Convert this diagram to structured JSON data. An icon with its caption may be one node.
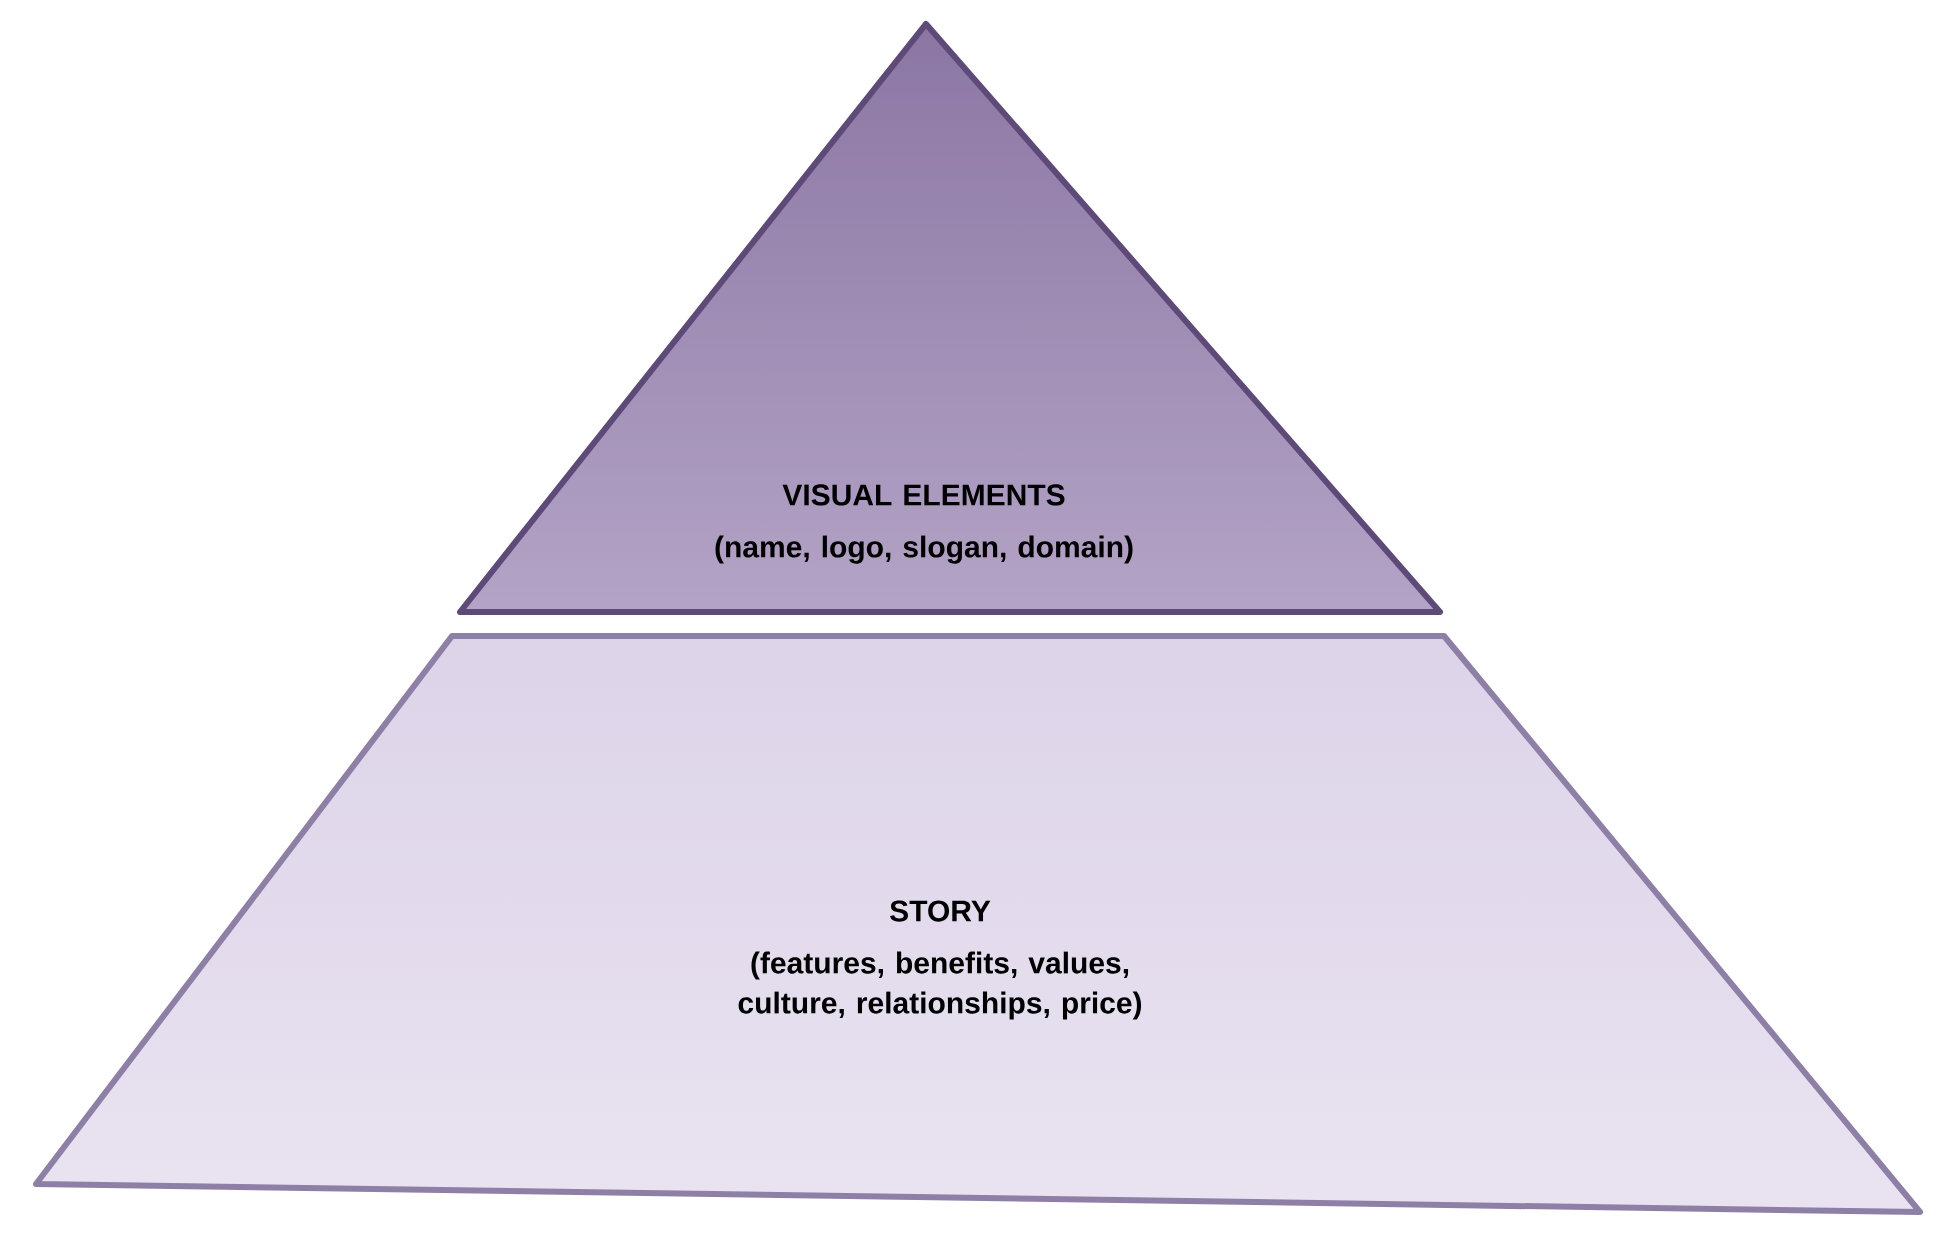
{
  "diagram": {
    "nodes": [
      {
        "text": [
          "VISUAL ELEMENTS",
          "(name, logo, slogan, domain)"
        ]
      },
      {
        "text": [
          "STORY",
          "(features, benefits, values, culture, relationships, price)"
        ]
      }
    ]
  }
}
